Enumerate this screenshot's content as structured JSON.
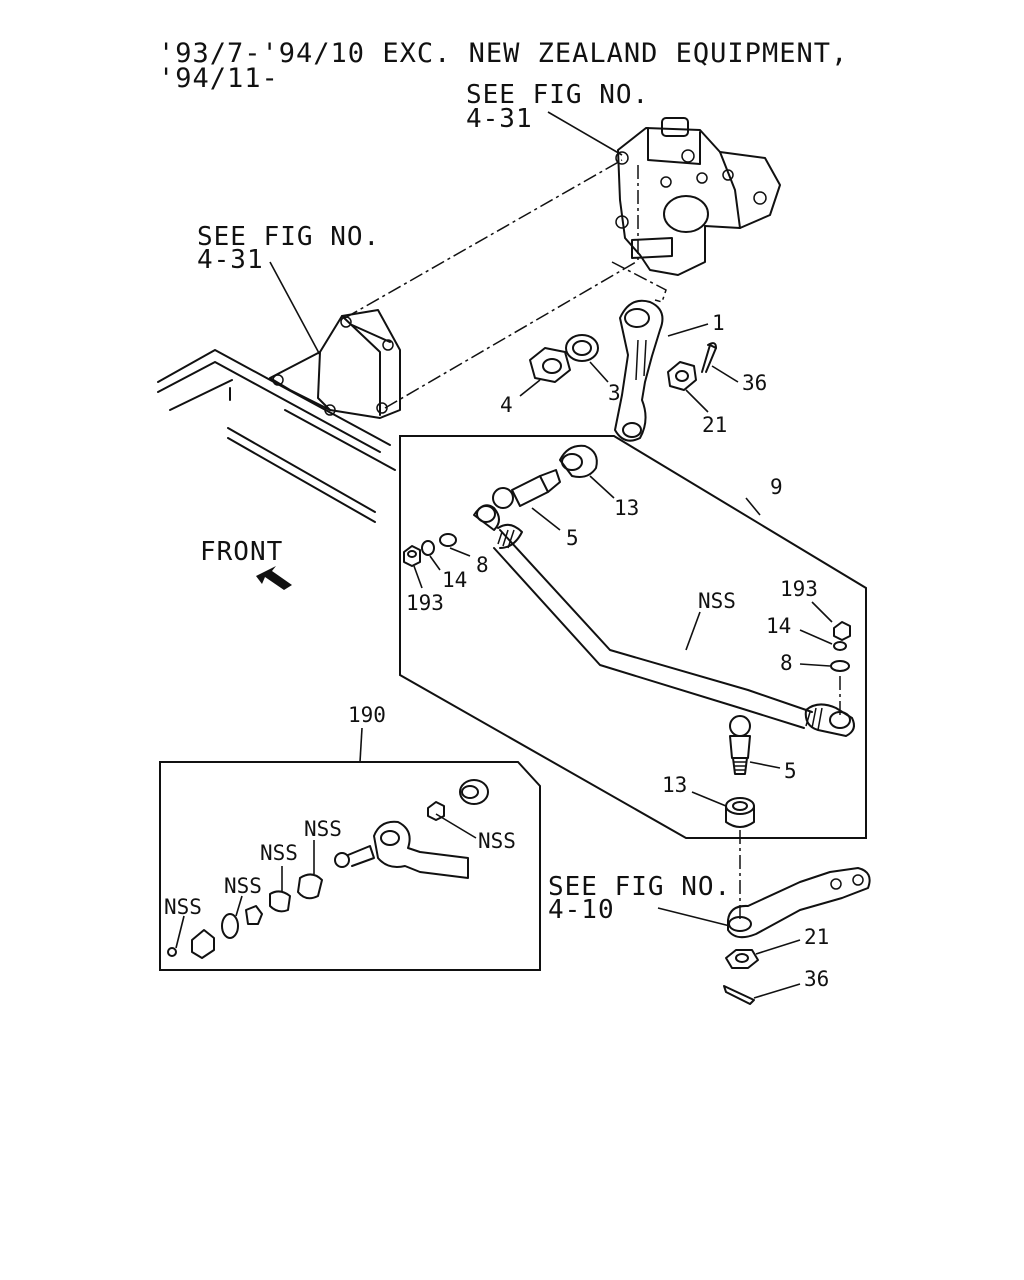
{
  "header": {
    "line1": "'93/7-'94/10 EXC. NEW ZEALAND EQUIPMENT,",
    "line2": "'94/11-"
  },
  "references": {
    "see_fig_top": {
      "line1": "SEE FIG NO.",
      "line2": "4-31"
    },
    "see_fig_left": {
      "line1": "SEE FIG NO.",
      "line2": "4-31"
    },
    "see_fig_bottom": {
      "line1": "SEE FIG NO.",
      "line2": "4-10"
    }
  },
  "front_label": "FRONT",
  "callouts": {
    "c1": "1",
    "c36_top": "36",
    "c3": "3",
    "c4": "4",
    "c21_top": "21",
    "c9": "9",
    "c13_top": "13",
    "c5_top": "5",
    "c8_left": "8",
    "c14_left": "14",
    "c193_left": "193",
    "c193_right": "193",
    "c14_right": "14",
    "c8_right": "8",
    "nss_rod": "NSS",
    "c5_bottom": "5",
    "c13_bottom": "13",
    "c21_bottom": "21",
    "c36_bottom": "36",
    "c190": "190",
    "nss_k1": "NSS",
    "nss_k2": "NSS",
    "nss_k3": "NSS",
    "nss_k4": "NSS",
    "nss_k5": "NSS"
  }
}
